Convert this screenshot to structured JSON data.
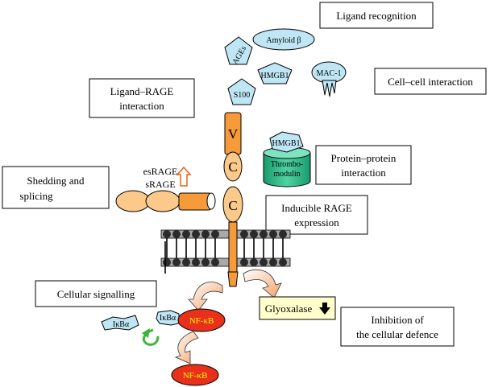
{
  "labels": {
    "ligand_recognition": "Ligand recognition",
    "ligand_rage_line1": "Ligand–RAGE",
    "ligand_rage_line2": "interaction",
    "cell_cell": "Cell–cell interaction",
    "protein_line1": "Protein–protein",
    "protein_line2": "interaction",
    "shedding_line1": "Shedding and",
    "shedding_line2": "splicing",
    "inducible_line1": "Inducible RAGE",
    "inducible_line2": "expression",
    "cellular_signalling": "Cellular signalling",
    "inhibition_line1": "Inhibition of",
    "inhibition_line2": "the cellular defence",
    "glyoxalase": "Glyoxalase"
  },
  "ligands": {
    "ages": "AGEs",
    "amyloid": "Amyloid β",
    "hmgb1_top": "HMGB1",
    "s100": "S100",
    "mac1": "MAC-1",
    "hmgb1_lower": "HMGB1",
    "thrombo_line1": "Thrombo-",
    "thrombo_line2": "modulin"
  },
  "domains": {
    "v": "V",
    "c1": "C",
    "c2": "C"
  },
  "soluble": {
    "esrage": "esRAGE",
    "srage": "sRAGE"
  },
  "signalling": {
    "ikba_free": "IκBα",
    "ikba_bound": "IκBα",
    "nfkb_cytoplasm": "NF-κB",
    "nfkb_nucleus": "NF-κB"
  },
  "colors": {
    "ligand_fill": "#bfe6f5",
    "domain_v": "#f79a3a",
    "domain_c": "#fbc98a",
    "thrombomodulin": "#2eb88a",
    "nfkb": "#e8301a",
    "membrane_bar": "#a9a9a9",
    "arrow_fill": "#f5a26a",
    "arrow_green": "#37b837",
    "glyoxalase_fill": "#ffffcc"
  }
}
